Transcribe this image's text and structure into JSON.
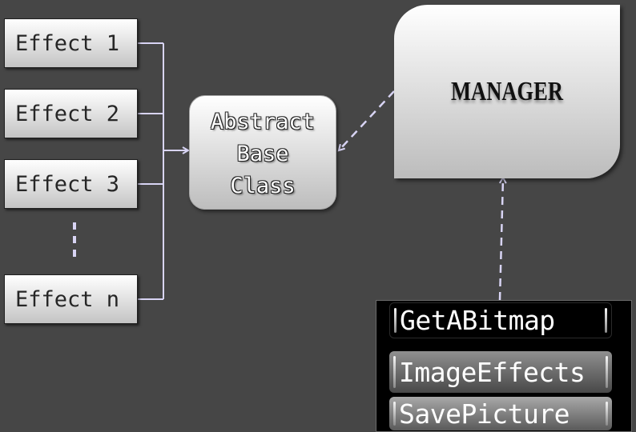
{
  "effects": [
    {
      "label": "Effect 1"
    },
    {
      "label": "Effect 2"
    },
    {
      "label": "Effect 3"
    },
    {
      "label": "Effect n"
    }
  ],
  "ellipsis": "⋮",
  "abstract_class": {
    "label": "Abstract\nBase\nClass"
  },
  "manager": {
    "label": "MANAGER"
  },
  "methods": [
    {
      "label": "GetABitmap"
    },
    {
      "label": "ImageEffects"
    },
    {
      "label": "SavePicture"
    }
  ],
  "colors": {
    "background": "#464646",
    "connector": "#d8d4f4",
    "panel": "#000000"
  }
}
